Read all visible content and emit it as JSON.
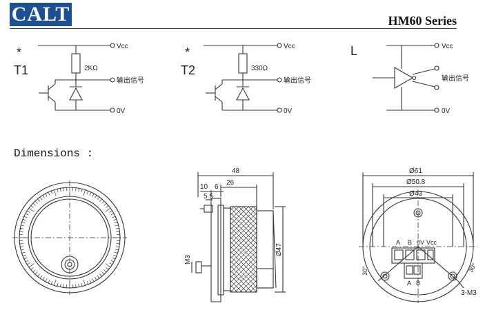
{
  "header": {
    "logo_text": "CALT",
    "series_title": "HM60 Series",
    "brand_color": "#1d4f94"
  },
  "circuits": [
    {
      "mark": "*",
      "label": "T1",
      "resistor": "2KΩ",
      "vcc": "Vcc",
      "output": "输出信号",
      "ground": "0V"
    },
    {
      "mark": "*",
      "label": "T2",
      "resistor": "330Ω",
      "vcc": "Vcc",
      "output": "输出信号",
      "ground": "0V"
    },
    {
      "label": "L",
      "vcc": "Vcc",
      "output": "输出信号",
      "ground": "0V"
    }
  ],
  "dimensions": {
    "title": "Dimensions :",
    "side": {
      "total": "48",
      "d26": "26",
      "d10": "10",
      "d6": "6",
      "d55": "5.5",
      "m3": "M3",
      "dia47": "Ø47"
    },
    "back": {
      "dia61": "Ø61",
      "dia508": "Ø50.8",
      "dia43": "Ø43",
      "terminals": [
        "A",
        "B",
        "0V",
        "Vcc"
      ],
      "lower_terminals": [
        "A",
        "B"
      ],
      "angle_left": "30°",
      "angle_right": "30°",
      "screw": "3-M3"
    }
  }
}
